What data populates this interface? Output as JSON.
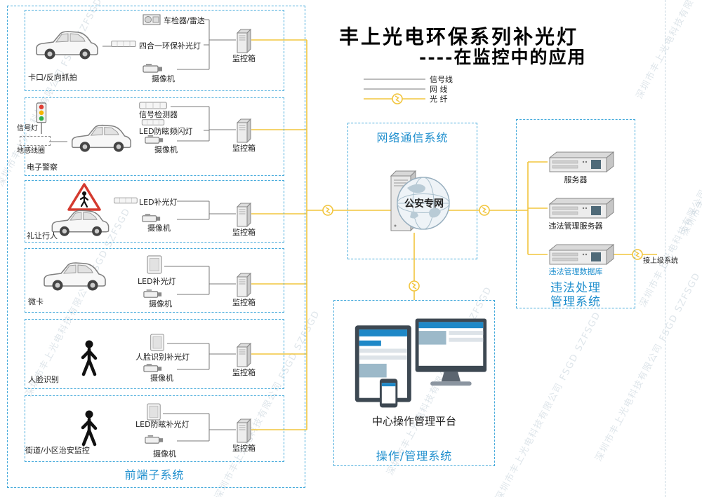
{
  "title": {
    "line1": "丰上光电环保系列补光灯",
    "line2": "----在监控中的应用"
  },
  "legend": {
    "items": [
      {
        "label": "信号线"
      },
      {
        "label": "网  线"
      },
      {
        "label": "光  纤"
      }
    ]
  },
  "frontend": {
    "label": "前端子系统",
    "groups": [
      {
        "name": "卡口/反向抓拍",
        "devices": [
          "车检器/雷达",
          "四合一环保补光灯",
          "摄像机"
        ],
        "box": "监控箱"
      },
      {
        "name": "电子警察",
        "extras": [
          "信号灯",
          "地感线圈"
        ],
        "devices": [
          "信号检测器",
          "LED防眩频闪灯",
          "摄像机"
        ],
        "box": "监控箱"
      },
      {
        "name": "礼让行人",
        "devices": [
          "LED补光灯",
          "摄像机"
        ],
        "box": "监控箱"
      },
      {
        "name": "微卡",
        "devices": [
          "LED补光灯",
          "摄像机"
        ],
        "box": "监控箱"
      },
      {
        "name": "人脸识别",
        "devices": [
          "人脸识别补光灯",
          "摄像机"
        ],
        "box": "监控箱"
      },
      {
        "name": "街道/小区治安监控",
        "devices": [
          "LED防眩补光灯",
          "摄像机"
        ],
        "box": "监控箱"
      }
    ]
  },
  "network": {
    "label": "网络通信系统",
    "node": "公安专网"
  },
  "operation": {
    "label": "操作/管理系统",
    "platform": "中心操作管理平台"
  },
  "violation": {
    "label_line1": "违法处理",
    "label_line2": "管理系统",
    "servers": [
      "服务器",
      "违法管理服务器",
      "违法管理数据库"
    ],
    "external": "接上级系统"
  },
  "watermark": "深圳市丰上光电科技有限公司 FSGD SZFSGD",
  "colors": {
    "accent_blue": "#1f8fce",
    "dashed_border": "#45aadb",
    "line_yellow": "#f2c53d"
  }
}
